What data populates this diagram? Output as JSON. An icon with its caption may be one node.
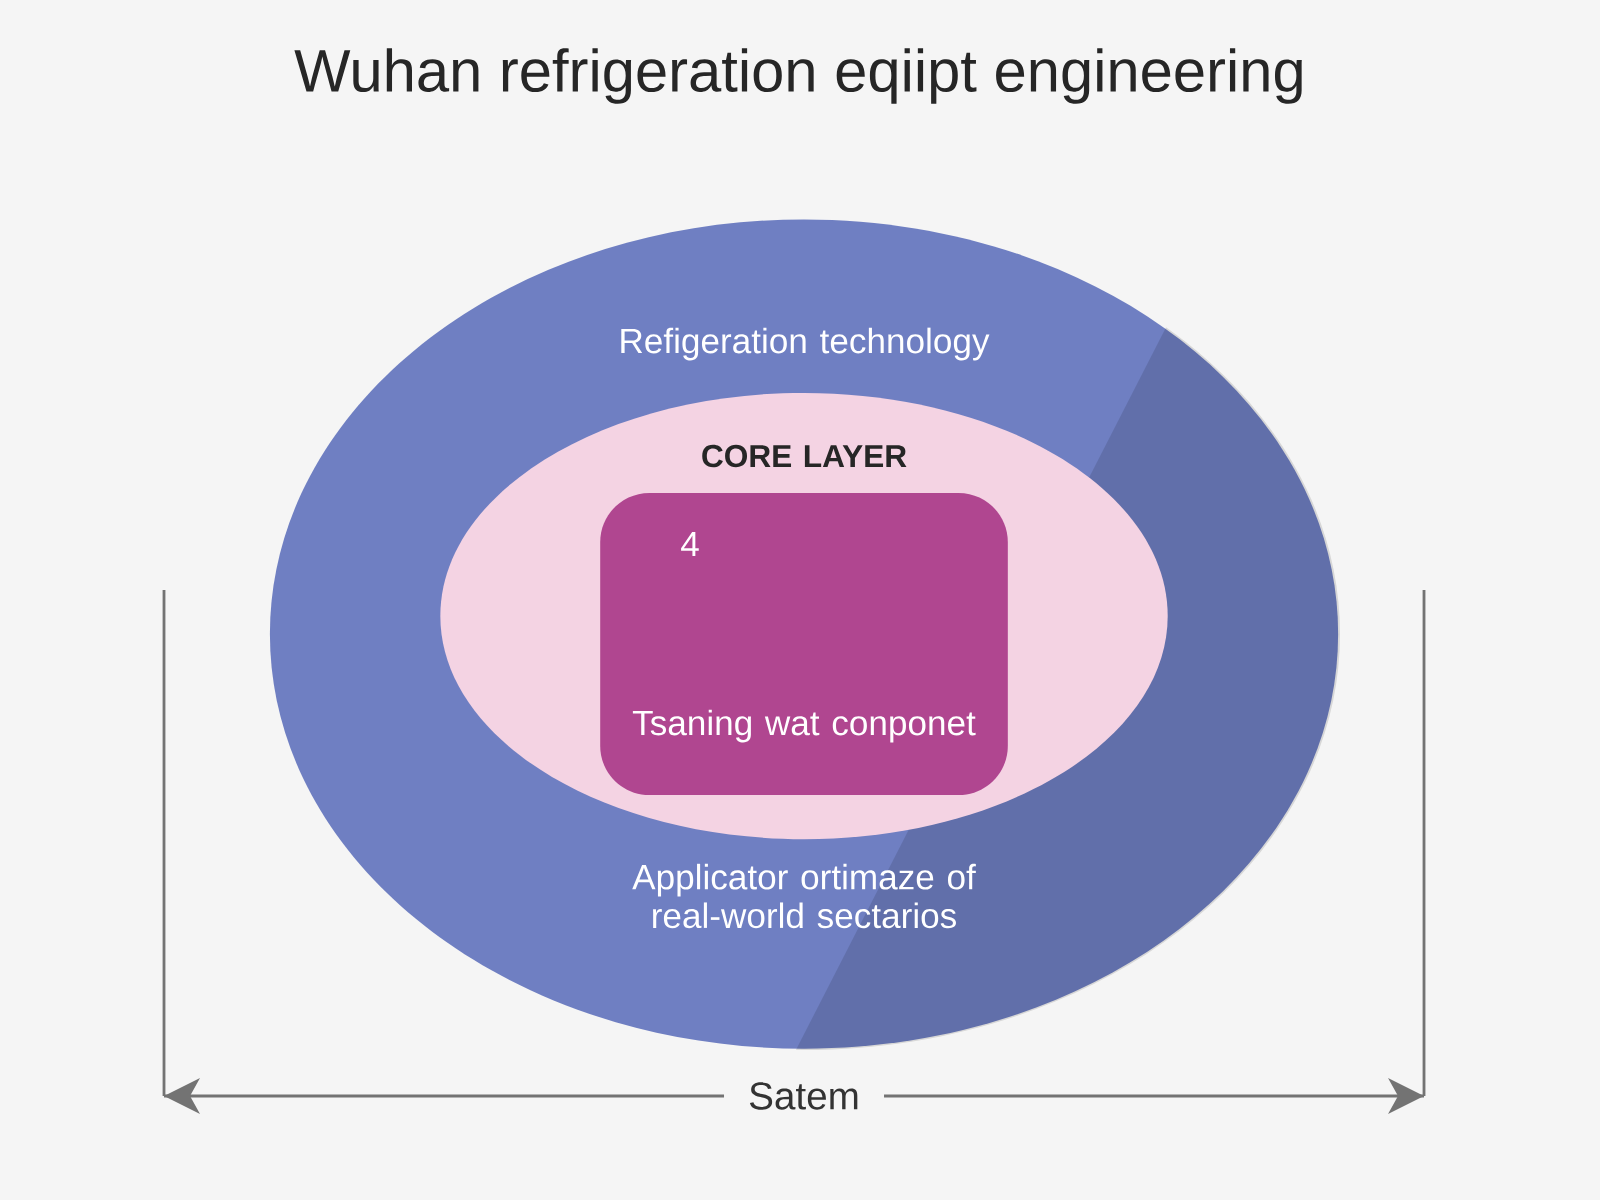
{
  "diagram": {
    "title": "Wuhan refrigeration eqiipt engineering",
    "nodes": [
      {
        "text": [
          "Refigeration technology",
          "Applicator ortimaze of real-world sectarios"
        ]
      },
      {
        "text": [
          "CORE LAYER"
        ],
        "in": 0
      },
      {
        "text": [
          "4",
          "Tsaning wat conponet"
        ],
        "in": 1
      }
    ],
    "labels": [
      "Satem"
    ]
  }
}
